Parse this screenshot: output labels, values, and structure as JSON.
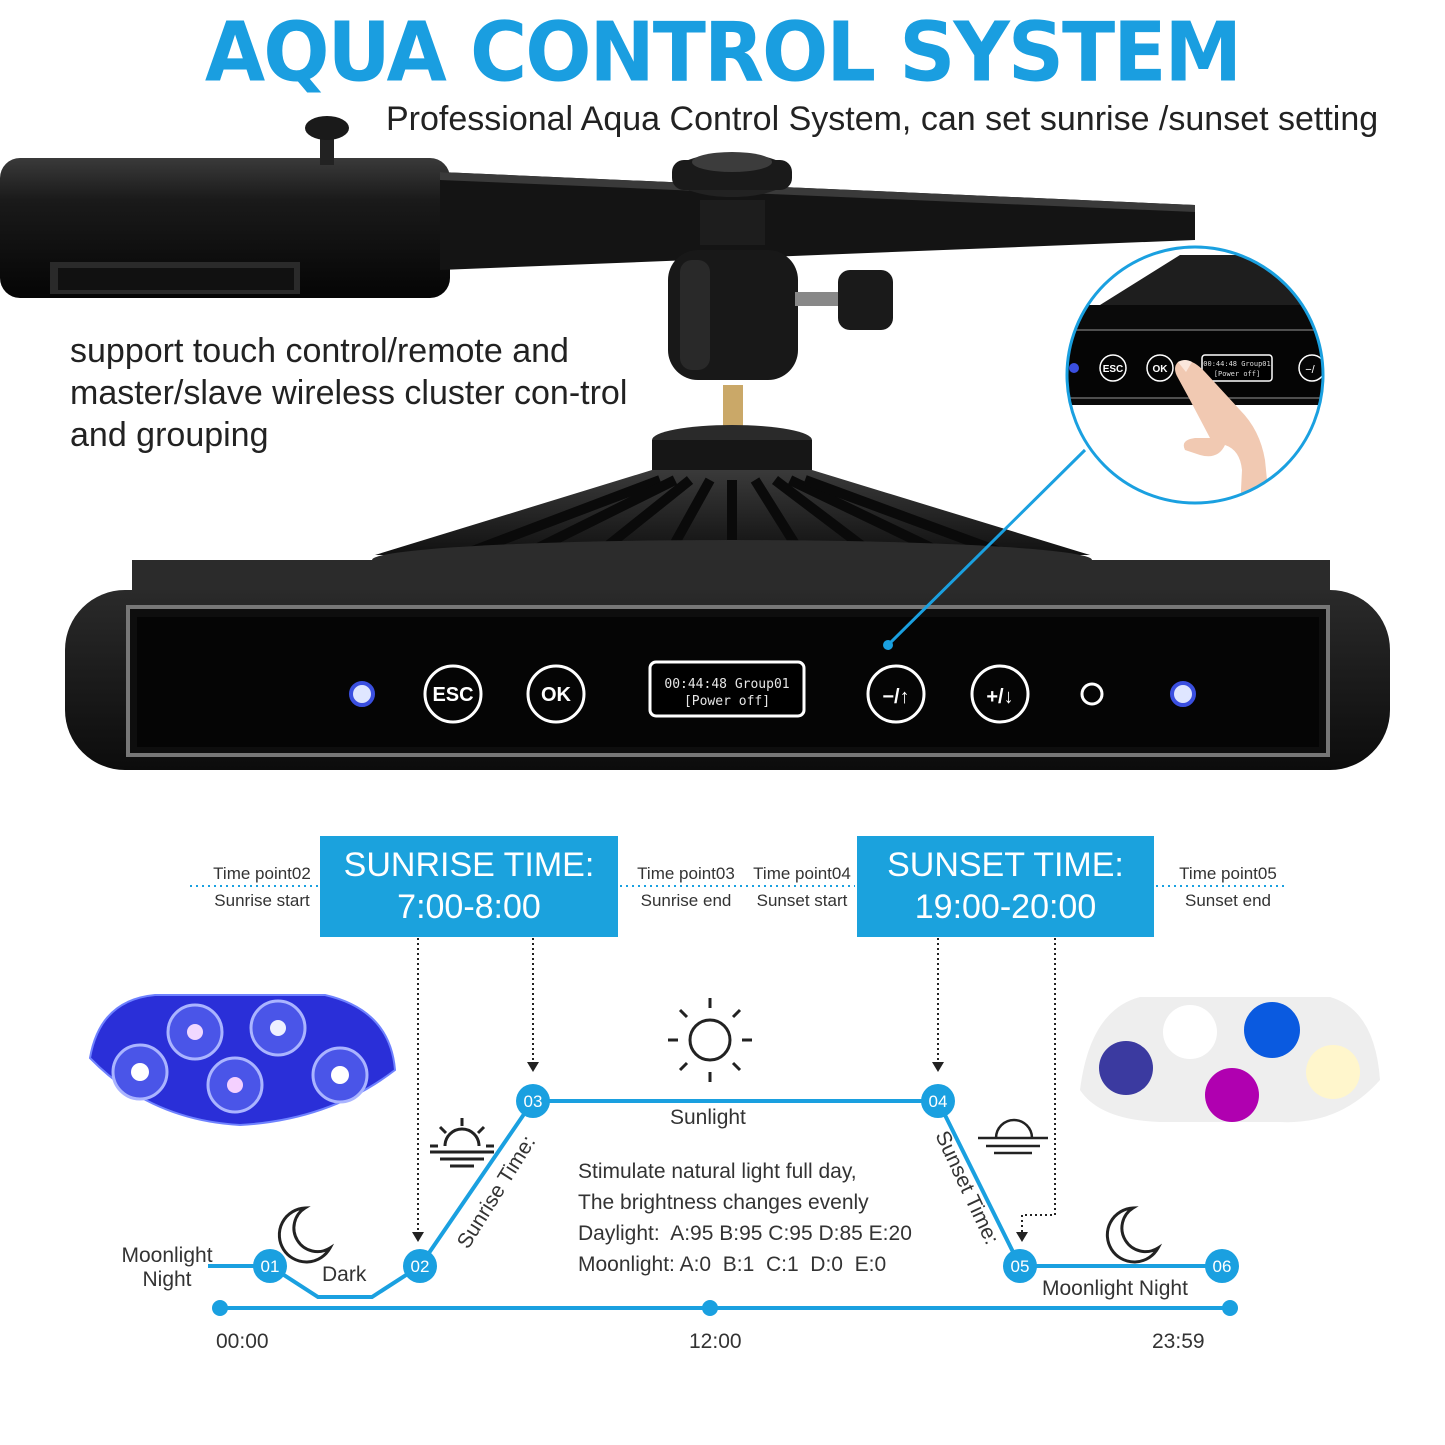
{
  "header": {
    "title": "AQUA CONTROL SYSTEM",
    "subtitle": "Professional Aqua Control System, can set sunrise /sunset setting",
    "feature_text": "support touch control/remote and master/slave wireless cluster con-trol and grouping"
  },
  "device": {
    "buttons": {
      "esc": "ESC",
      "ok": "OK",
      "minus_up": "−/↑",
      "plus_down": "+/↓"
    },
    "display": {
      "line1": "00:44:48 Group01",
      "line2": "[Power off]"
    },
    "zoom_inset": {
      "esc": "ESC",
      "ok": "OK",
      "display1": "00:44:48 Group01",
      "display2": "[Power off]",
      "minus": "−/"
    }
  },
  "timeline": {
    "sunrise_box": {
      "line1": "SUNRISE TIME:",
      "line2": "7:00-8:00"
    },
    "sunset_box": {
      "line1": "SUNSET TIME:",
      "line2": "19:00-20:00"
    },
    "time_points": [
      {
        "name": "Time point02",
        "desc": "Sunrise start"
      },
      {
        "name": "Time point03",
        "desc": "Sunrise end"
      },
      {
        "name": "Time point04",
        "desc": "Sunset start"
      },
      {
        "name": "Time point05",
        "desc": "Sunset end"
      }
    ],
    "nodes": [
      "01",
      "02",
      "03",
      "04",
      "05",
      "06"
    ],
    "labels": {
      "moonlight_night_left_1": "Moonlight",
      "moonlight_night_left_2": "Night",
      "dark": "Dark",
      "sunlight": "Sunlight",
      "sunrise_time": "Sunrise Time:",
      "sunset_time": "Sunset Time:",
      "moonlight_night_right": "Moonlight Night"
    },
    "info": [
      "Stimulate natural light full day,",
      "The brightness changes evenly",
      "Daylight:  A:95 B:95 C:95 D:85 E:20",
      "Moonlight: A:0  B:1  C:1  D:0  E:0"
    ],
    "ticks": [
      "00:00",
      "12:00",
      "23:59"
    ]
  },
  "colors": {
    "accent": "#1aa0e0",
    "box": "#1ba2dd",
    "device": "#151515",
    "led_blue": "#3a4fe0",
    "led_violet": "#3b3aa0",
    "led_white": "#ffffff",
    "led_royal": "#0a5ae0",
    "led_magenta": "#b000b0",
    "led_cream": "#fff6cc"
  }
}
